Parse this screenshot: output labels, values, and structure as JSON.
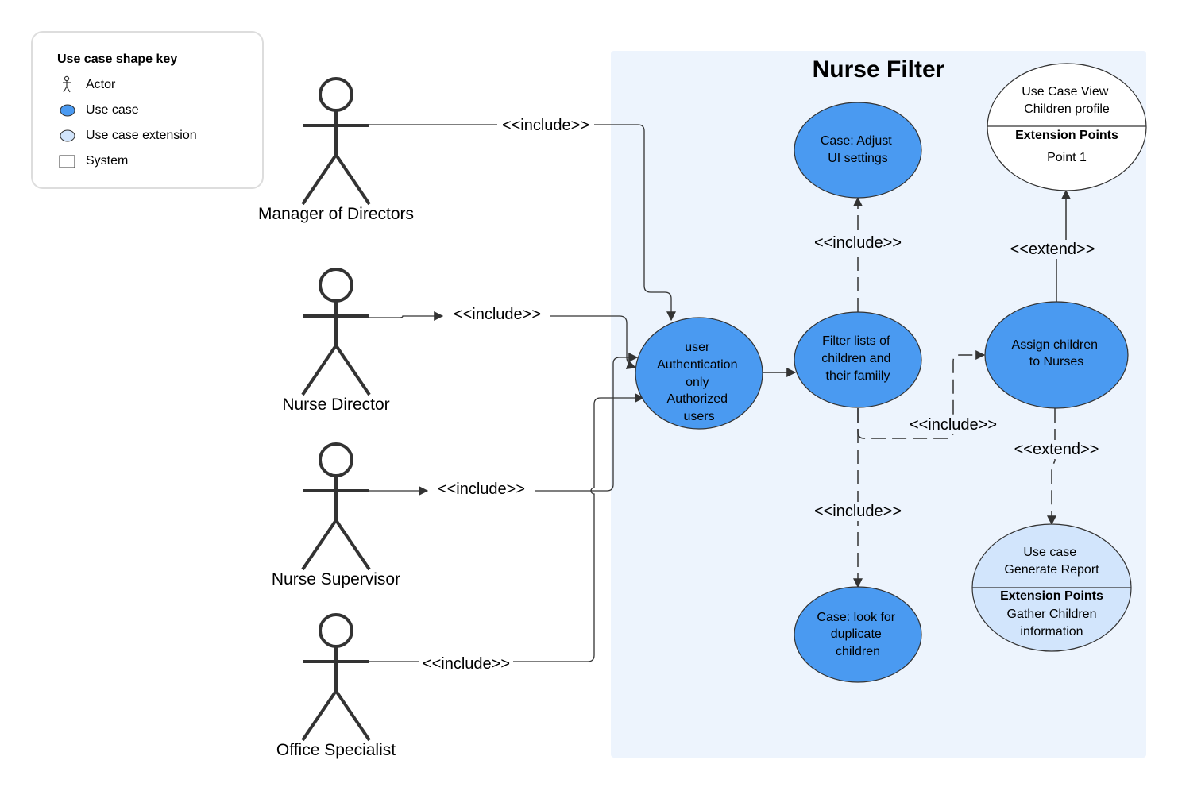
{
  "key": {
    "title": "Use case shape key",
    "items": [
      "Actor",
      "Use case",
      "Use case extension",
      "System"
    ]
  },
  "system": {
    "title": "Nurse Filter"
  },
  "actors": [
    "Manager of Directors",
    "Nurse Director",
    "Nurse Supervisor",
    "Office Specialist"
  ],
  "edge_labels": {
    "manager_include": "<<include>>",
    "director_include": "<<include>>",
    "supervisor_include": "<<include>>",
    "office_include": "<<include>>",
    "adjust_include": "<<include>>",
    "duplicate_include": "<<include>>",
    "assign_include": "<<include>>",
    "view_extend": "<<extend>>",
    "report_extend": "<<extend>>"
  },
  "use_cases": {
    "auth": [
      "user",
      "Authentication",
      "only",
      "Authorized",
      "users"
    ],
    "filter": [
      "Filter lists of",
      "children and",
      "their famiily"
    ],
    "adjust": [
      "Case: Adjust",
      "UI settings"
    ],
    "duplicate": [
      "Case: look for",
      "duplicate",
      "children"
    ],
    "assign": [
      "Assign children",
      "to Nurses"
    ],
    "view_profile": {
      "lines": [
        "Use Case View",
        "Children profile"
      ],
      "ext_title": "Extension Points",
      "ext_lines": [
        "Point 1"
      ]
    },
    "report": {
      "lines": [
        "Use case",
        "Generate Report"
      ],
      "ext_title": "Extension Points",
      "ext_lines": [
        "Gather Children",
        "information"
      ]
    }
  },
  "colors": {
    "use_case": "#4a9af1",
    "use_case_extension": "#d2e5fc",
    "system_bg": "#edf4fd",
    "line": "#333333"
  }
}
